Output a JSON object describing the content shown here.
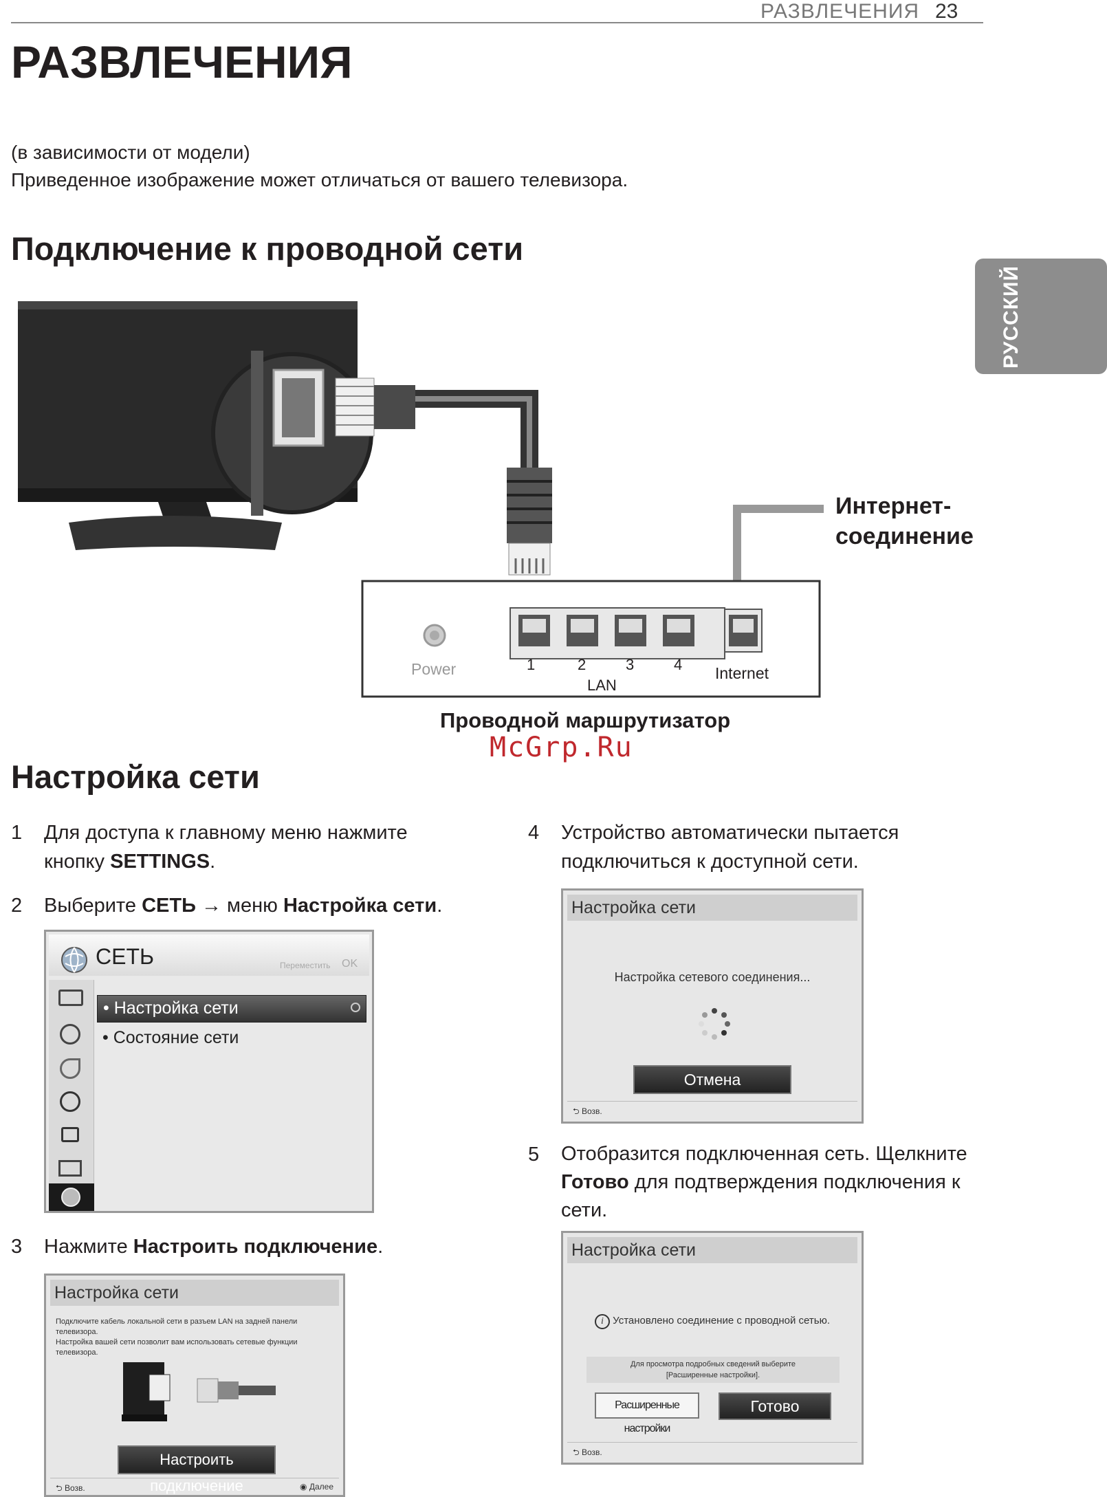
{
  "header": {
    "running_title": "РАЗВЛЕЧЕНИЯ",
    "page_number": "23"
  },
  "title": "РАЗВЛЕЧЕНИЯ",
  "intro": [
    "(в зависимости от модели)",
    "Приведенное изображение может отличаться от вашего телевизора."
  ],
  "side_tab": "РУССКИЙ",
  "section1": {
    "heading": "Подключение к проводной сети",
    "router": {
      "power_label": "Power",
      "lan_ports": [
        "1",
        "2",
        "3",
        "4"
      ],
      "lan_label": "LAN",
      "internet_label": "Internet"
    },
    "internet_connection": [
      "Интернет-",
      "соединение"
    ],
    "router_caption": "Проводной маршрутизатор"
  },
  "watermark": "McGrp.Ru",
  "section2": {
    "heading": "Настройка сети",
    "steps": [
      {
        "n": "1",
        "before": "Для доступа к главному меню нажмите кнопку ",
        "bold": "SETTINGS",
        "after": "."
      },
      {
        "n": "2",
        "before": "Выберите ",
        "bold": "СЕТЬ",
        "middle": " → меню ",
        "bold2": "Настройка сети",
        "after": "."
      },
      {
        "n": "3",
        "before": "Нажмите ",
        "bold": "Настроить подключение",
        "after": "."
      },
      {
        "n": "4",
        "before": "Устройство автоматически пытается подключиться к доступной сети.",
        "bold": "",
        "after": ""
      },
      {
        "n": "5",
        "before": "Отобразится подключенная сеть. Щелкните ",
        "bold": "Готово",
        "after": " для подтверждения подключения к сети."
      }
    ]
  },
  "screen_network_menu": {
    "title": "СЕТЬ",
    "hint": "Переместить",
    "hint_ok": "OK",
    "items": [
      "• Настройка сети",
      "• Состояние сети"
    ]
  },
  "screen_setup": {
    "title": "Настройка сети",
    "text1": "Подключите кабель локальной сети в разъем LAN на задней панели телевизора.",
    "text2": "Настройка вашей сети позволит вам использовать сетевые функции телевизора.",
    "button": "Настроить подключение",
    "back": "Возв.",
    "next": "Далее"
  },
  "screen_connecting": {
    "title": "Настройка сети",
    "text": "Настройка сетевого соединения...",
    "button": "Отмена",
    "back": "Возв."
  },
  "screen_done": {
    "title": "Настройка сети",
    "text": "Установлено соединение с проводной сетью.",
    "hint1": "Для просмотра подробных сведений выберите",
    "hint2": "[Расширенные настройки].",
    "button_adv": "Расширенные настройки",
    "button_done": "Готово",
    "back": "Возв."
  }
}
